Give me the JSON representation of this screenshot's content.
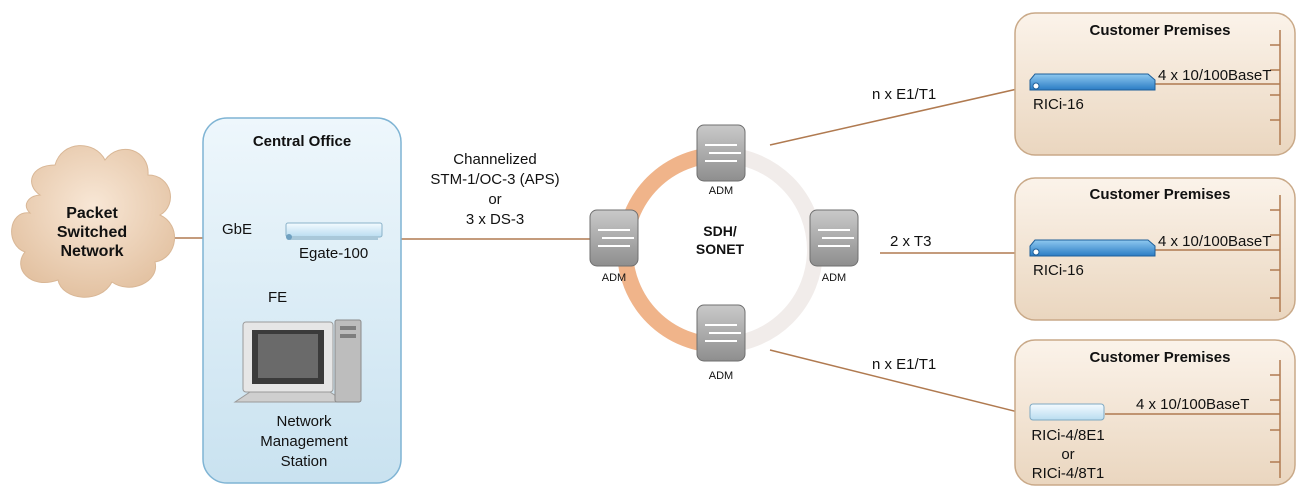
{
  "cloud": {
    "label_lines": [
      "Packet",
      "Switched",
      "Network"
    ]
  },
  "central_office": {
    "title": "Central Office",
    "device": "Egate-100",
    "gbe": "GbE",
    "fe": "FE",
    "station_lines": [
      "Network",
      "Management",
      "Station"
    ]
  },
  "trunk": {
    "lines": [
      "Channelized",
      "STM-1/OC-3 (APS)",
      "or",
      "3 x DS-3"
    ]
  },
  "ring": {
    "label_lines": [
      "SDH/",
      "SONET"
    ],
    "node_label": "ADM"
  },
  "links": {
    "top": "n x E1/T1",
    "middle": "2 x T3",
    "bottom": "n x E1/T1"
  },
  "customers": [
    {
      "title": "Customer Premises",
      "device_lines": [
        "RICi-16"
      ],
      "port": "4 x 10/100BaseT"
    },
    {
      "title": "Customer Premises",
      "device_lines": [
        "RICi-16"
      ],
      "port": "4 x 10/100BaseT"
    },
    {
      "title": "Customer Premises",
      "device_lines": [
        "RICi-4/8E1",
        "or",
        "RICi-4/8T1"
      ],
      "port": "4 x 10/100BaseT"
    }
  ],
  "colors": {
    "link": "#b07a50",
    "co_fill": "#d8ecf6",
    "cp_fill": "#f3e5d4",
    "ring_orange": "#f0b48a"
  }
}
